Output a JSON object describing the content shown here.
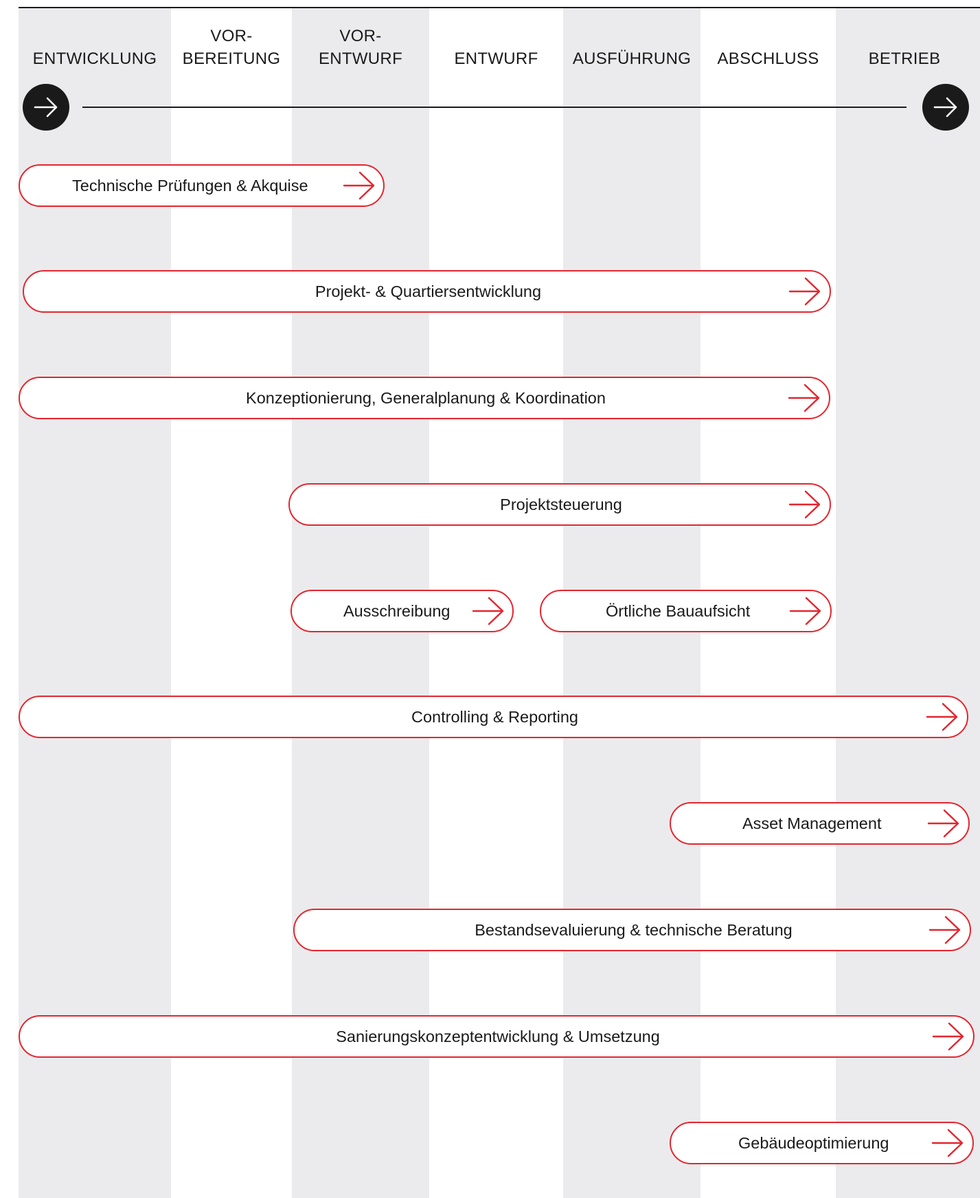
{
  "colors": {
    "accent": "#e3262f",
    "dark": "#1a1a1a",
    "column_grey": "#ebebed"
  },
  "phases": [
    {
      "label": "ENTWICKLUNG"
    },
    {
      "label": "VOR-\nBEREITUNG"
    },
    {
      "label": "VOR-\nENTWURF"
    },
    {
      "label": "ENTWURF"
    },
    {
      "label": "AUSFÜHRUNG"
    },
    {
      "label": "ABSCHLUSS"
    },
    {
      "label": "BETRIEB"
    }
  ],
  "timeline": {
    "start_icon": "arrow-right-icon",
    "end_icon": "arrow-right-icon"
  },
  "services": [
    {
      "label": "Technische Prüfungen & Akquise",
      "icon": "arrow-right-icon"
    },
    {
      "label": "Projekt- & Quartiersentwicklung",
      "icon": "arrow-right-icon"
    },
    {
      "label": "Konzeptionierung, Generalplanung & Koordination",
      "icon": "arrow-right-icon"
    },
    {
      "label": "Projektsteuerung",
      "icon": "arrow-right-icon"
    },
    {
      "label": "Ausschreibung",
      "icon": "arrow-right-icon"
    },
    {
      "label": "Örtliche Bauaufsicht",
      "icon": "arrow-right-icon"
    },
    {
      "label": "Controlling & Reporting",
      "icon": "arrow-right-icon"
    },
    {
      "label": "Asset Management",
      "icon": "arrow-right-icon"
    },
    {
      "label": "Bestandsevaluierung & technische Beratung",
      "icon": "arrow-right-icon"
    },
    {
      "label": "Sanierungskonzeptentwicklung & Umsetzung",
      "icon": "arrow-right-icon"
    },
    {
      "label": "Gebäudeoptimierung",
      "icon": "arrow-right-icon"
    }
  ]
}
